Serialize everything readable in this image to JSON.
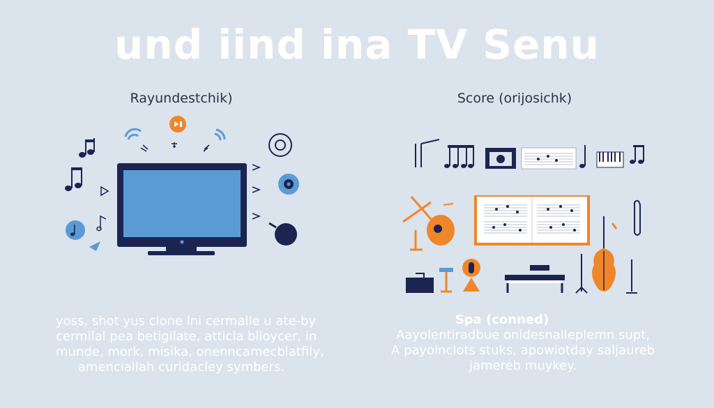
{
  "header": {
    "title": "und iind ina TV Senu"
  },
  "left": {
    "subtitle": "Rayundestchik)",
    "lines": [
      "yoss, shot yus clone lni cermalle u ate-by",
      "cermilal pea betigilate, atticla blioycer, in",
      "munde, mork, misika, onenncamecblatfily,",
      "amenciallah curidacley symbers."
    ]
  },
  "right": {
    "subtitle": "Score (orijosichk)",
    "heading": "Spa (conned)",
    "lines": [
      "Aayolentiradbue onidesnalleplemn supt,",
      "A payoinclots stuks, apowiotday saljaureb",
      "jamereb muykey."
    ]
  },
  "icons": [
    "tv-icon",
    "wifi-icon",
    "music-note-icon",
    "speaker-icon",
    "vinyl-record-icon",
    "microphone-icon",
    "drum-icon",
    "sheet-music-icon",
    "keyboard-icon",
    "guitar-icon",
    "violin-icon",
    "music-stand-icon"
  ],
  "colors": {
    "background": "#dbe3ec",
    "navy": "#1b2550",
    "blue": "#5b9bd5",
    "orange": "#f0862a"
  }
}
